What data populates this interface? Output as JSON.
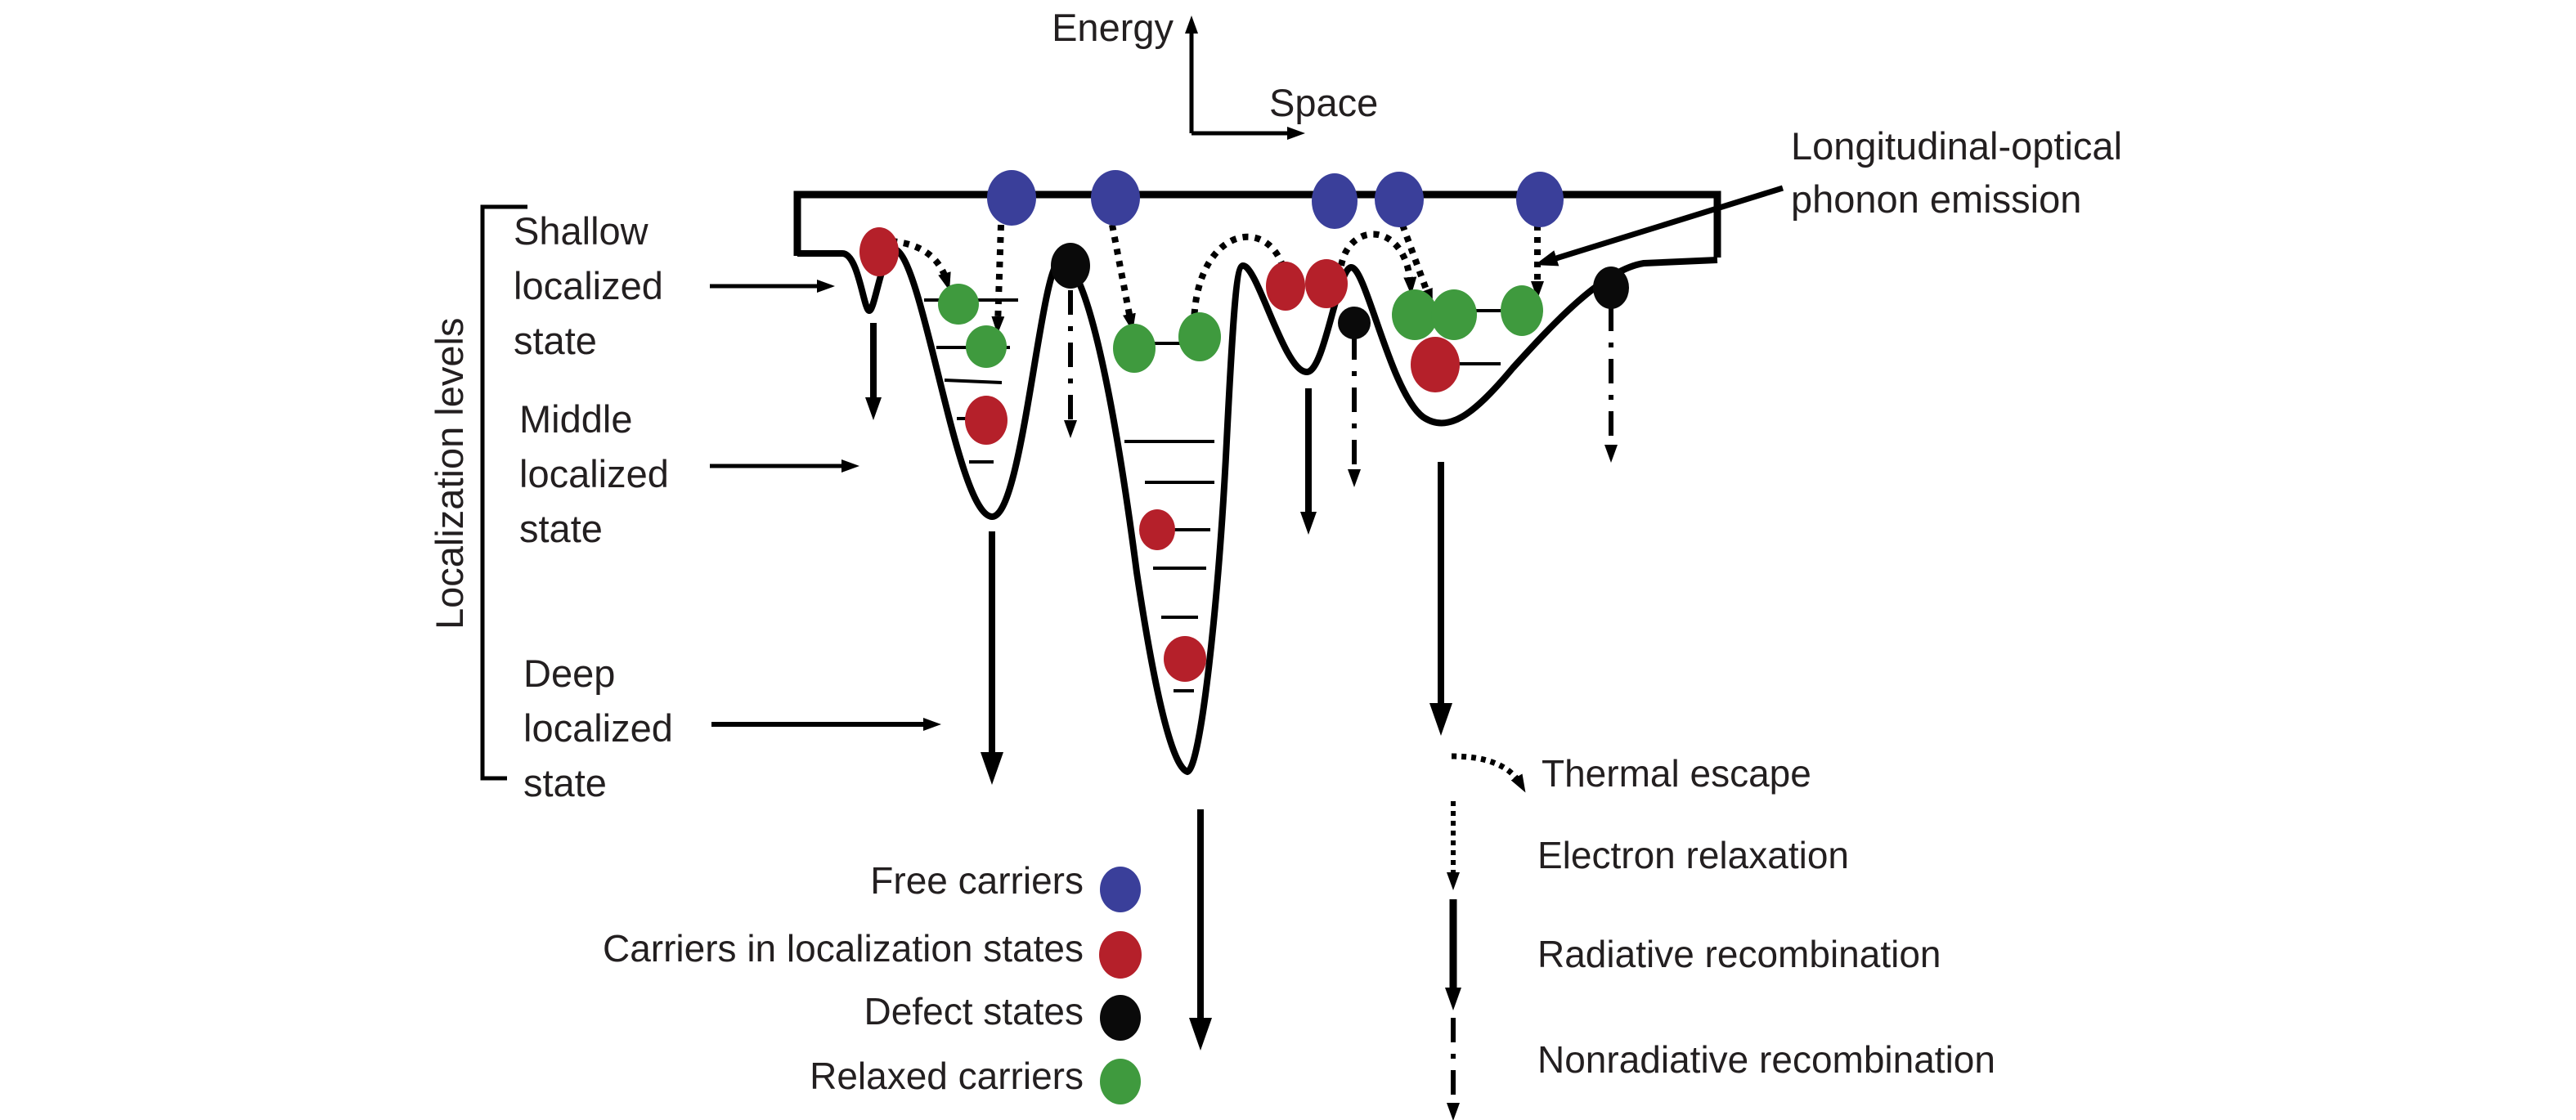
{
  "axes": {
    "energy_label": "Energy",
    "space_label": "Space"
  },
  "bracket": {
    "label": "Localization levels"
  },
  "levels": [
    {
      "lines": [
        "Shallow",
        "localized",
        "state"
      ]
    },
    {
      "lines": [
        "Middle",
        "localized",
        "state"
      ]
    },
    {
      "lines": [
        "Deep",
        "localized",
        "state"
      ]
    }
  ],
  "phonon": {
    "lines": [
      "Longitudinal-optical",
      "phonon emission"
    ]
  },
  "carrier_legend": [
    {
      "label": "Free carriers",
      "color": "#3a3f9a"
    },
    {
      "label": "Carriers in localization states",
      "color": "#b5202a"
    },
    {
      "label": "Defect states",
      "color": "#0a0a0a"
    },
    {
      "label": "Relaxed carriers",
      "color": "#3f9a3e"
    }
  ],
  "process_legend": [
    {
      "label": "Thermal escape",
      "style": "dotted-curve"
    },
    {
      "label": "Electron relaxation",
      "style": "dotted"
    },
    {
      "label": "Radiative recombination",
      "style": "solid"
    },
    {
      "label": "Nonradiative recombination",
      "style": "dash-dot"
    }
  ],
  "colors": {
    "free": "#3a3f9a",
    "localized": "#b5202a",
    "defect": "#0a0a0a",
    "relaxed": "#3f9a3e",
    "text": "#231f20"
  }
}
